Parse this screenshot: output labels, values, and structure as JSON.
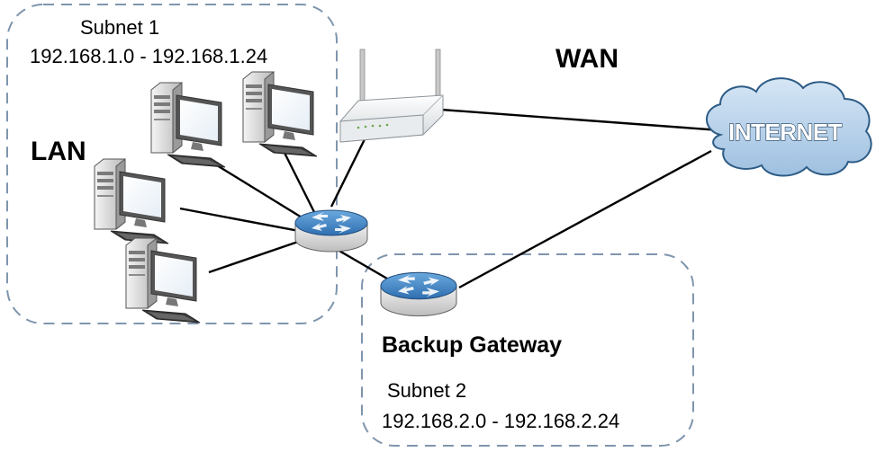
{
  "diagram": {
    "subnet1": {
      "title": "Subnet 1",
      "range": "192.168.1.0 - 192.168.1.24",
      "zone_label": "LAN"
    },
    "subnet2": {
      "title": "Subnet 2",
      "range": "192.168.2.0 - 192.168.2.24"
    },
    "wan_label": "WAN",
    "internet_label": "INTERNET",
    "backup_gateway_label": "Backup Gateway"
  },
  "colors": {
    "zone_border": "#7f95ad",
    "cloud_fill": "#b9d3ea",
    "cloud_outline": "#2d5c86",
    "switch_blue": "#3f7fc0",
    "monitor_screen": "#ffffff",
    "computer_body": "#d9d9d9"
  }
}
